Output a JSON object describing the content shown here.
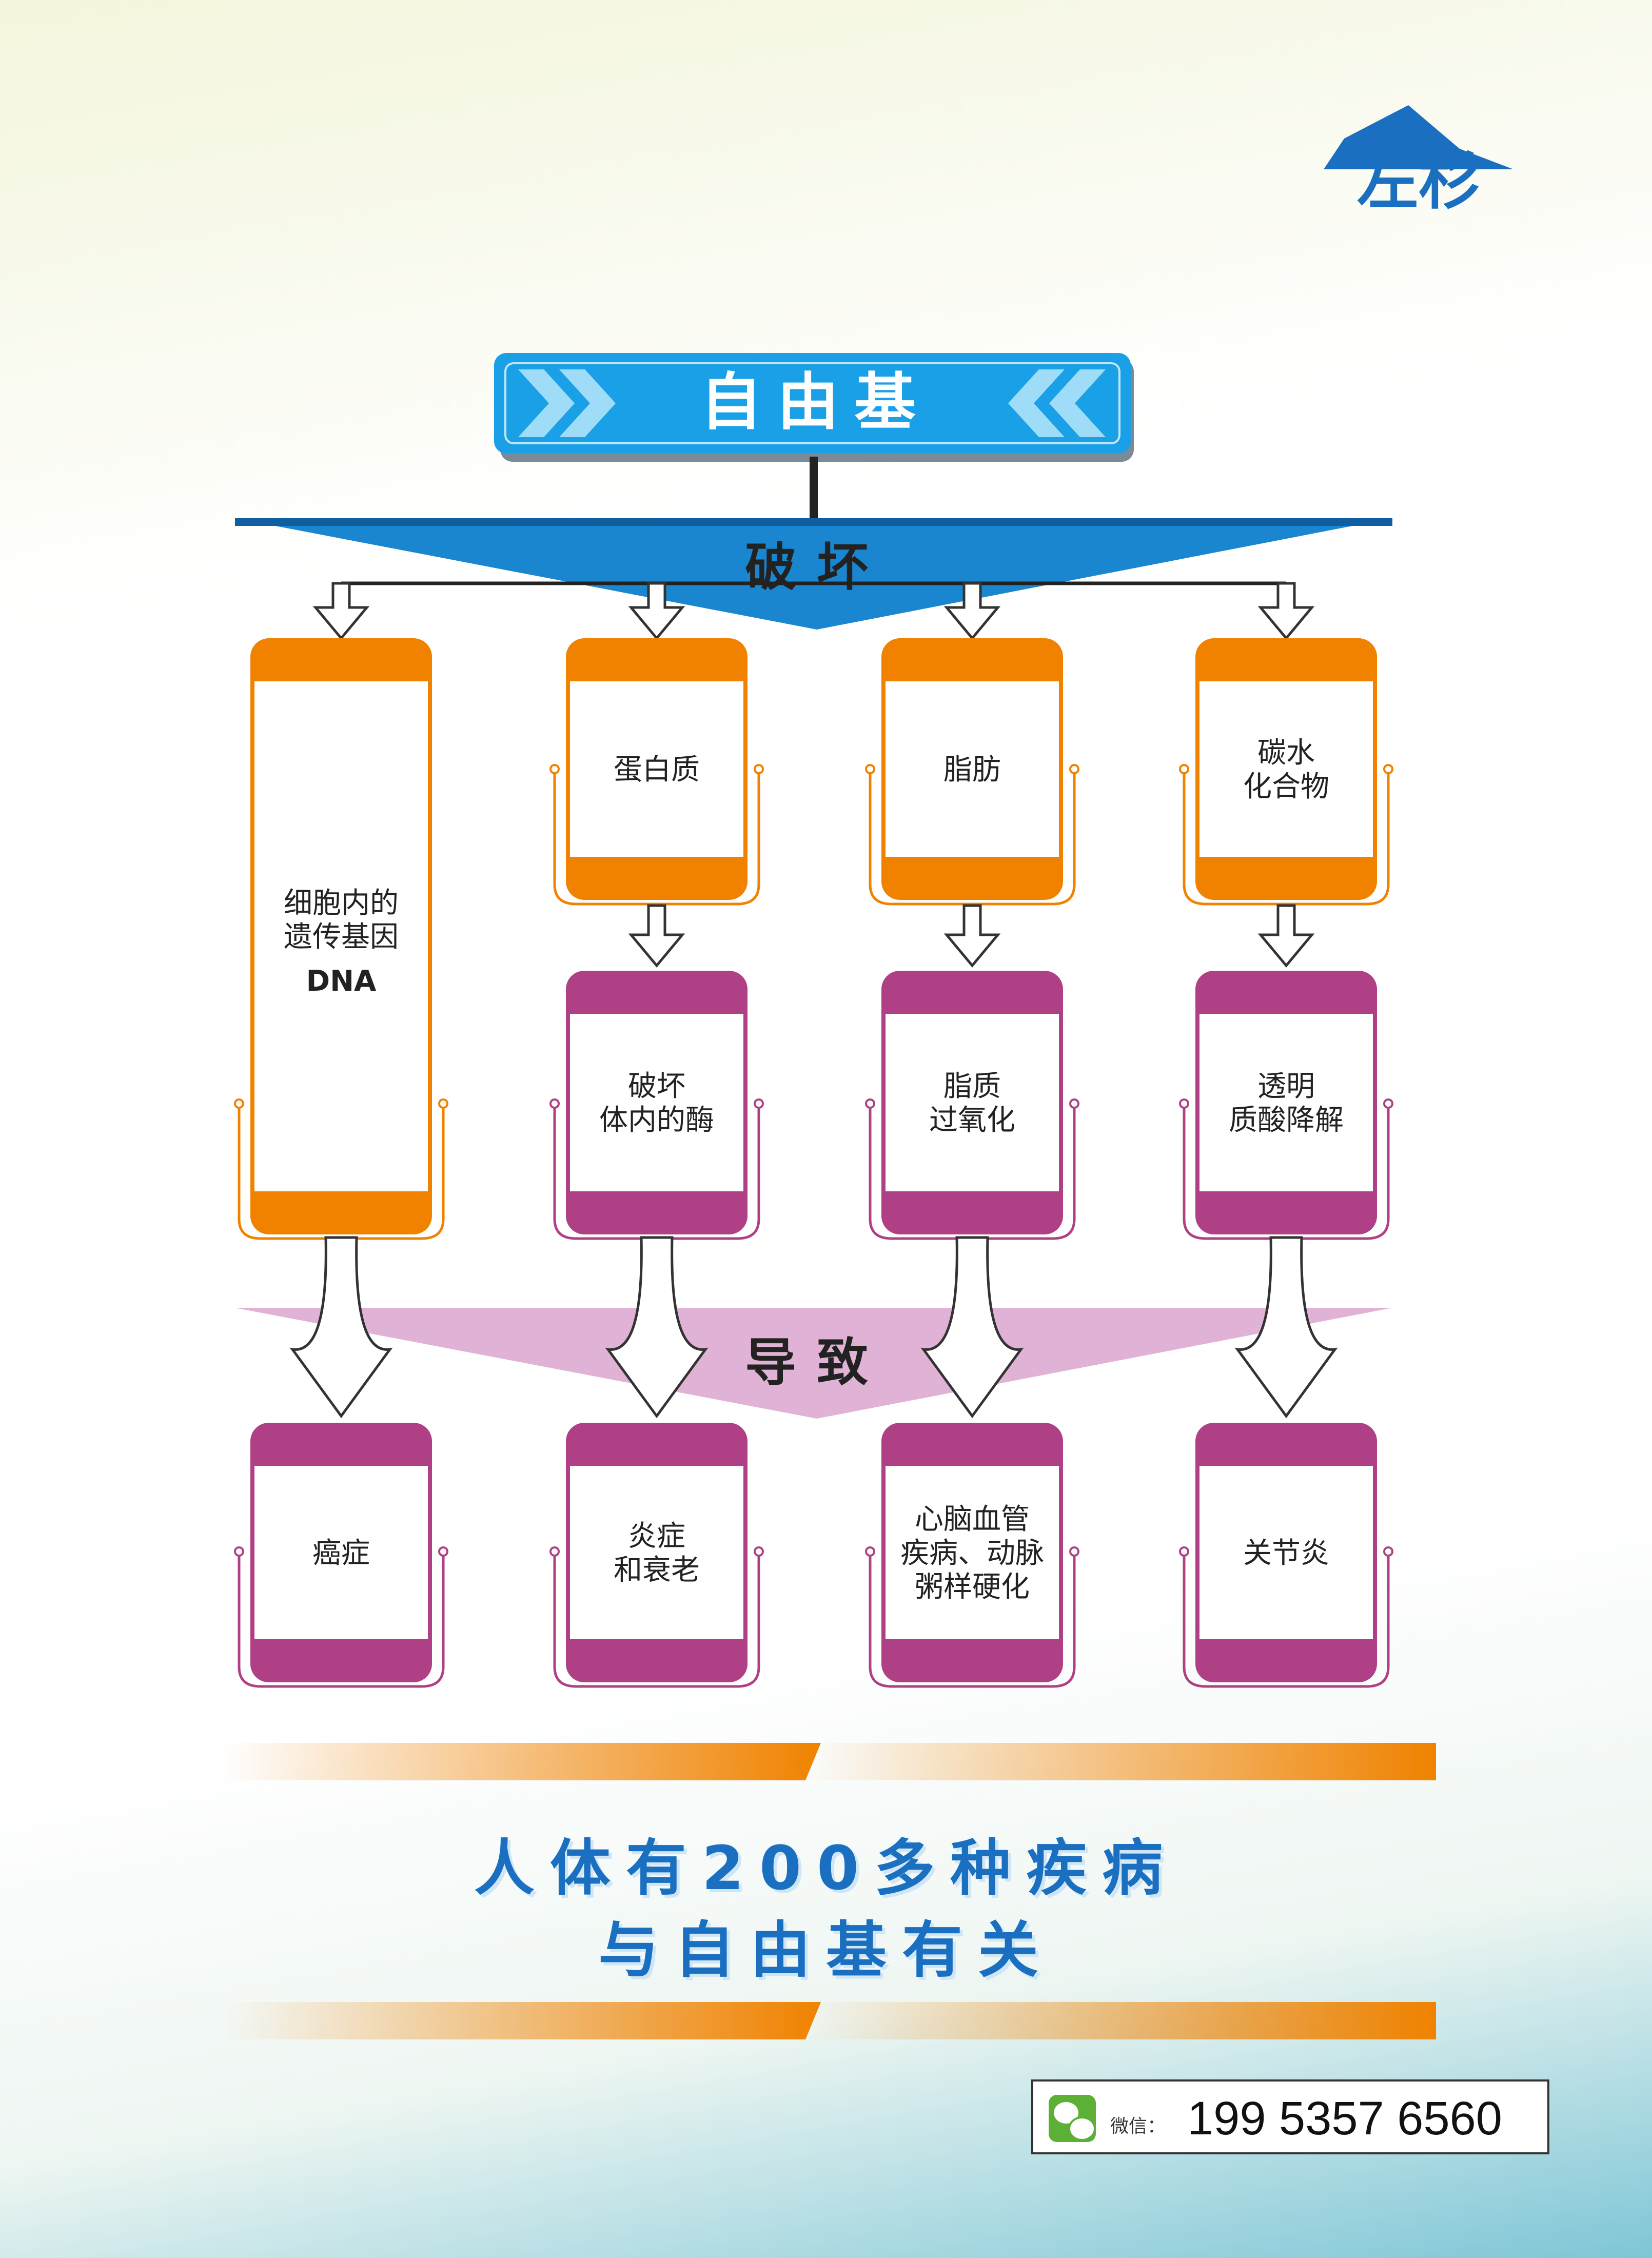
{
  "logo": {
    "text": "左杉"
  },
  "title": "自由基",
  "damage_label": "破坏",
  "cause_label": "导致",
  "colors": {
    "blue": "#1a86cf",
    "orange": "#f08200",
    "purple": "#b04085",
    "pink": "#e0b3d6"
  },
  "targets": [
    {
      "lines": [
        "细胞内的",
        "遗传基因",
        "DNA"
      ]
    },
    {
      "lines": [
        "蛋白质"
      ]
    },
    {
      "lines": [
        "脂肪"
      ]
    },
    {
      "lines": [
        "碳水",
        "化合物"
      ]
    }
  ],
  "effects": [
    {
      "lines": [
        "破坏",
        "体内的酶"
      ]
    },
    {
      "lines": [
        "脂质",
        "过氧化"
      ]
    },
    {
      "lines": [
        "透明",
        "质酸降解"
      ]
    }
  ],
  "diseases": [
    {
      "lines": [
        "癌症"
      ]
    },
    {
      "lines": [
        "炎症",
        "和衰老"
      ]
    },
    {
      "lines": [
        "心脑血管",
        "疾病、动脉",
        "粥样硬化"
      ]
    },
    {
      "lines": [
        "关节炎"
      ]
    }
  ],
  "slogan": {
    "line1": "人体有200多种疾病",
    "line2": "与自由基有关"
  },
  "contact": {
    "label": "微信：",
    "phone": "199 5357 6560"
  }
}
